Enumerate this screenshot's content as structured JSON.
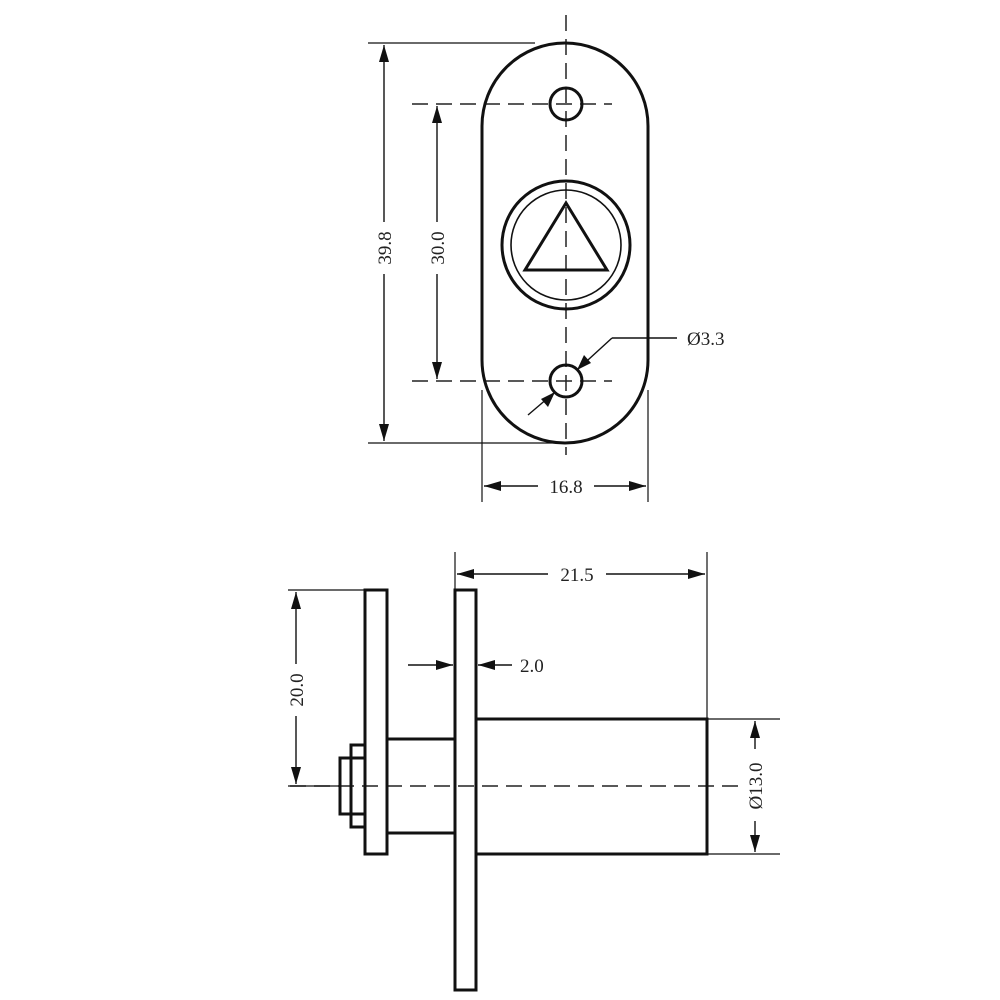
{
  "dimensions": {
    "overall_height": "39.8",
    "hole_spacing": "30.0",
    "hole_diameter": "Ø3.3",
    "plate_width": "16.8",
    "total_length": "21.5",
    "flange_thickness": "2.0",
    "flange_height": "20.0",
    "body_diameter": "Ø13.0"
  }
}
